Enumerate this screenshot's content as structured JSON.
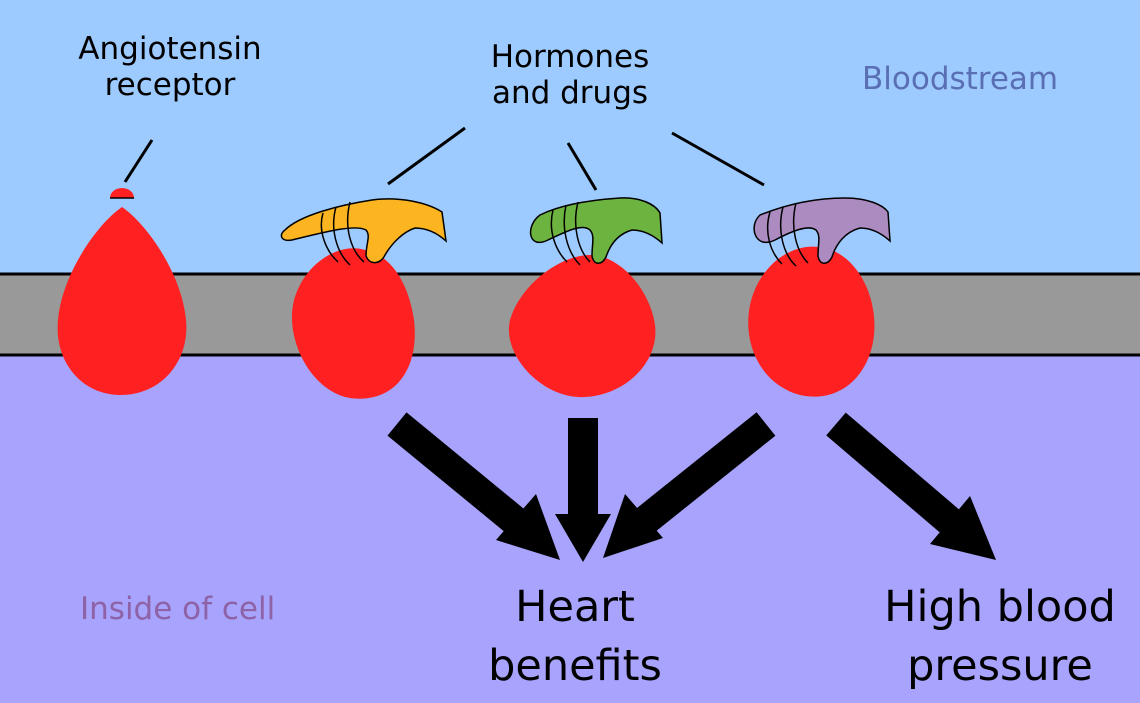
{
  "labels": {
    "receptor_line1": "Angiotensin",
    "receptor_line2": "receptor",
    "hormones_line1": "Hormones",
    "hormones_line2": "and drugs",
    "bloodstream": "Bloodstream",
    "inside_cell": "Inside of cell",
    "heart_line1": "Heart",
    "heart_line2": "benefits",
    "bp_line1": "High blood",
    "bp_line2": "pressure"
  },
  "colors": {
    "bloodstream": "#9ecbff",
    "membrane": "#999999",
    "cytoplasm": "#a8a3fc",
    "receptor": "#ff2121",
    "hormone_1": "#fdb421",
    "hormone_2": "#6db33f",
    "hormone_3": "#ab8bc0",
    "bloodstream_text": "#5a6fb3",
    "inside_text": "#8e62a6",
    "arrow": "#000000"
  }
}
